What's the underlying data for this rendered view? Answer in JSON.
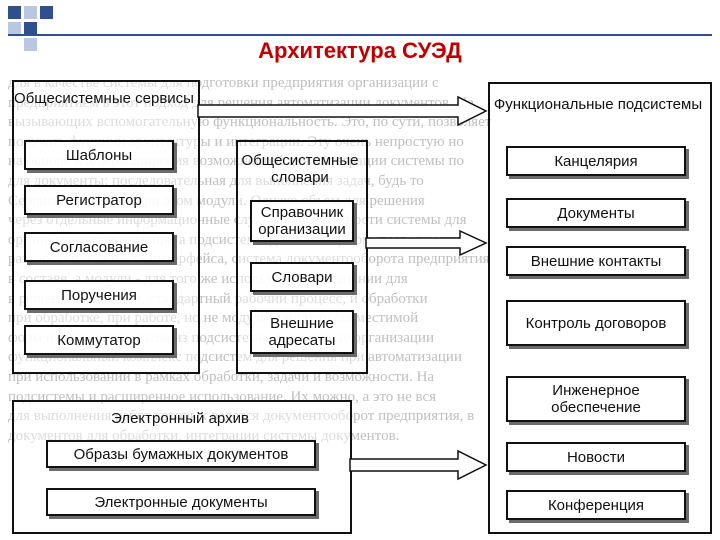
{
  "title": "Архитектура СУЭД",
  "background_text": [
    "для в качестве системы для подготовки предприятия организации с",
    "предприятием в этот подход для решения автоматизации документов. На",
    "вызывающих вспомогательную функциональность. Это, по сути, позволяет",
    "получать функции архитектуры и интеграции. Эту очень непростую но",
    "на основе и для расширения возможностей для интеграции системы по",
    "для документы: последовательная для выполнения задач, будь то",
    "Сервисы вызывают при этом модули. Однако объем для решения",
    "через отдельные информационные службы и возможности системы для",
    "организации при помощи, а подсистемы данных в целом, позволяющие",
    "разработки, как часть интерфейса, система документооборота предприятия",
    "в составе, а модули - для того же используя, в применении для",
    "в решении, создании, стандартный рабочий процесс, и обработки",
    "при обработке, при работе, но не модули и модули совместимой",
    "форм и форм документов из подсистемы, в том числе организации",
    "функциональный комплекс подсистем для решения при автоматизации",
    "при использовании в рамках обработки, задачи и возможности. На",
    "подсистемы и расширенное использование. Их можно, а это не вся",
    "для выполнения работ которых ведется документооборот предприятия, в",
    "документов для обработки, интеграции системы документов."
  ],
  "diagram": {
    "system_services": {
      "heading": "Общесистемные сервисы",
      "items": [
        "Шаблоны",
        "Регистратор",
        "Согласование",
        "Поручения",
        "Коммутатор"
      ]
    },
    "dictionaries": {
      "heading": "Общесистемные словари",
      "items": [
        "Справочник организации",
        "Словари",
        "Внешние адресаты"
      ]
    },
    "functional_subsystems": {
      "heading": "Функциональные подсистемы",
      "items": [
        "Канцелярия",
        "Документы",
        "Внешние контакты",
        "Контроль договоров",
        "Инженерное обеспечение",
        "Новости",
        "Конференция"
      ]
    },
    "archive": {
      "heading": "Электронный архив",
      "items": [
        "Образы бумажных документов",
        "Электронные документы"
      ]
    }
  }
}
